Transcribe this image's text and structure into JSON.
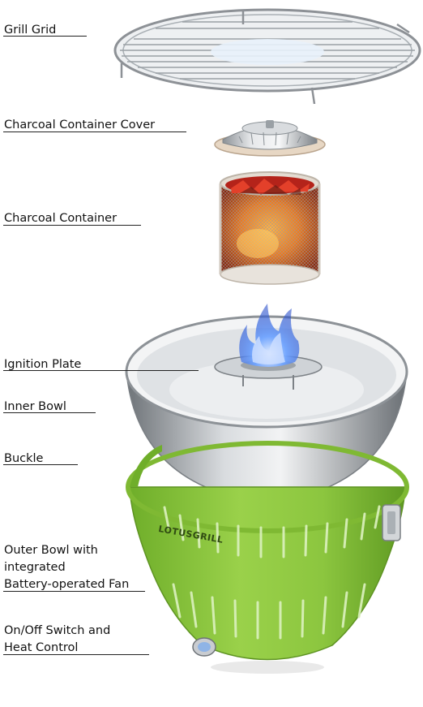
{
  "labels": {
    "grill_grid": "Grill Grid",
    "charcoal_container_cover": "Charcoal Container Cover",
    "charcoal_container": "Charcoal Container",
    "ignition_plate": "Ignition Plate",
    "inner_bowl": "Inner Bowl",
    "buckle": "Buckle",
    "outer_bowl_line1": "Outer Bowl with",
    "outer_bowl_line2": "integrated",
    "outer_bowl_line3": "Battery-operated Fan",
    "switch_line1": "On/Off Switch and",
    "switch_line2": "Heat Control"
  },
  "brand": {
    "logo_text": "LOTUSGRILL"
  },
  "colors": {
    "outer_bowl_green": "#8cc63f",
    "steel": "#c9cdd1",
    "flame_blue": "#3b7bff",
    "ember_red": "#d6341c",
    "ember_orange": "#ee7a1f"
  }
}
